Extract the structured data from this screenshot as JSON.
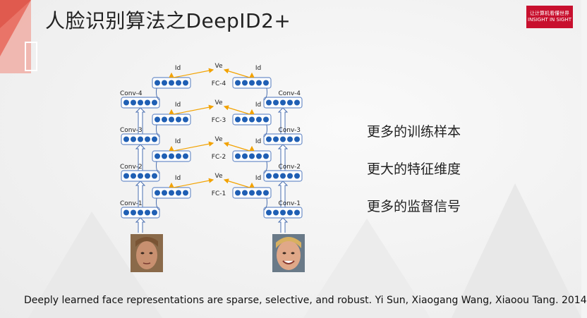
{
  "title": "人脸识别算法之DeepID2+",
  "logo": {
    "line1": "让计算机看懂世界",
    "line2": "INSIGHT IN SIGHT"
  },
  "bullets": [
    "更多的训练样本",
    "更大的特征维度",
    "更多的监督信号"
  ],
  "citation": "Deeply learned face representations are sparse, selective, and robust. Yi Sun, Xiaogang Wang, Xiaoou Tang. 2014",
  "diagram": {
    "conv_labels": [
      "Conv-1",
      "Conv-2",
      "Conv-3",
      "Conv-4"
    ],
    "fc_labels": [
      "FC-1",
      "FC-2",
      "FC-3",
      "FC-4"
    ],
    "id_label": "Id",
    "ve_label": "Ve"
  },
  "colors": {
    "accent": "#c8102e",
    "node": "#1f5fb4",
    "arrow_orange": "#f2a200",
    "block_border": "#6e8fc9"
  }
}
